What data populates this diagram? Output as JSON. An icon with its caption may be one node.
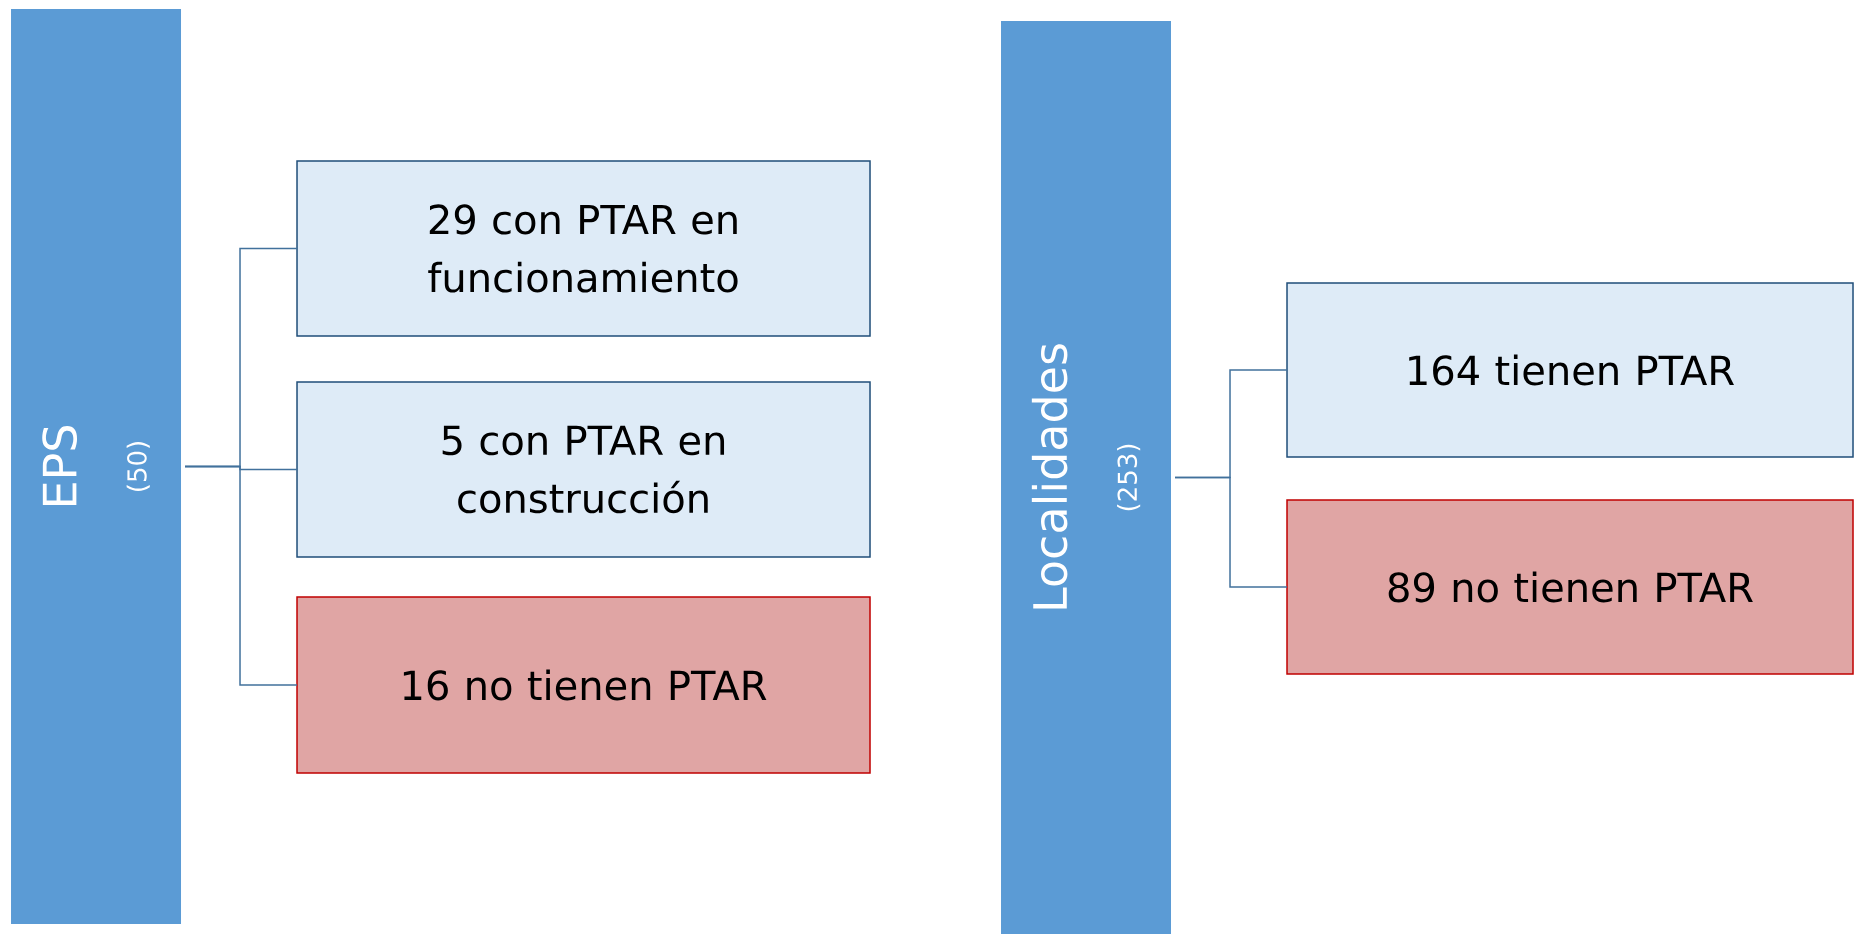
{
  "diagram": {
    "nodes": [
      {
        "text": [
          "EPS",
          "(50)"
        ]
      },
      {
        "text": [
          "29 con PTAR en funcionamiento"
        ]
      },
      {
        "text": [
          "5 con PTAR en construcción"
        ]
      },
      {
        "text": [
          "16 no tienen PTAR"
        ]
      },
      {
        "text": [
          "Localidades",
          "(253)"
        ]
      },
      {
        "text": [
          "164 tienen PTAR"
        ]
      },
      {
        "text": [
          "89 no tienen PTAR"
        ]
      }
    ],
    "edges": [
      {
        "from": 0,
        "to": 1,
        "arrow": "none"
      },
      {
        "from": 0,
        "to": 2,
        "arrow": "none"
      },
      {
        "from": 0,
        "to": 3,
        "arrow": "none"
      },
      {
        "from": 4,
        "to": 5,
        "arrow": "none"
      },
      {
        "from": 4,
        "to": 6,
        "arrow": "none"
      }
    ]
  }
}
